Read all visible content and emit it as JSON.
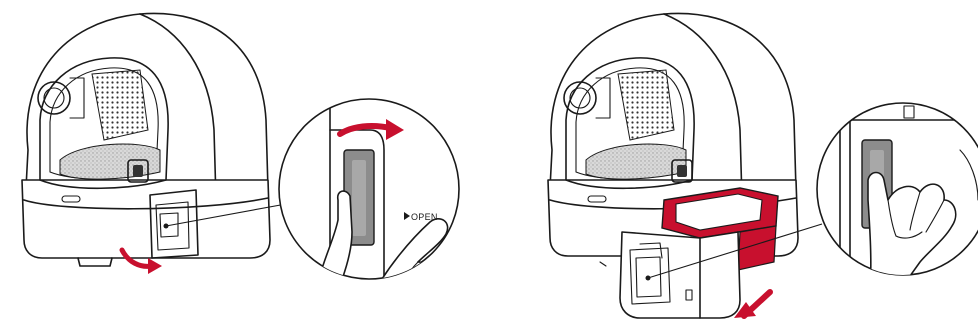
{
  "colors": {
    "line": "#1a1a1a",
    "accent_red": "#c8102e",
    "slider_gray": "#8c8c8c",
    "mesh_gray": "#bfbfbf",
    "background": "#ffffff"
  },
  "panels": [
    {
      "name": "step-1-slide-latch",
      "callout_label": "OPEN",
      "arrows": [
        "slide-right-arrow",
        "rotate-arrow"
      ]
    },
    {
      "name": "step-2-pull-out-drawer",
      "arrows": [
        "pull-out-arrow"
      ]
    }
  ]
}
